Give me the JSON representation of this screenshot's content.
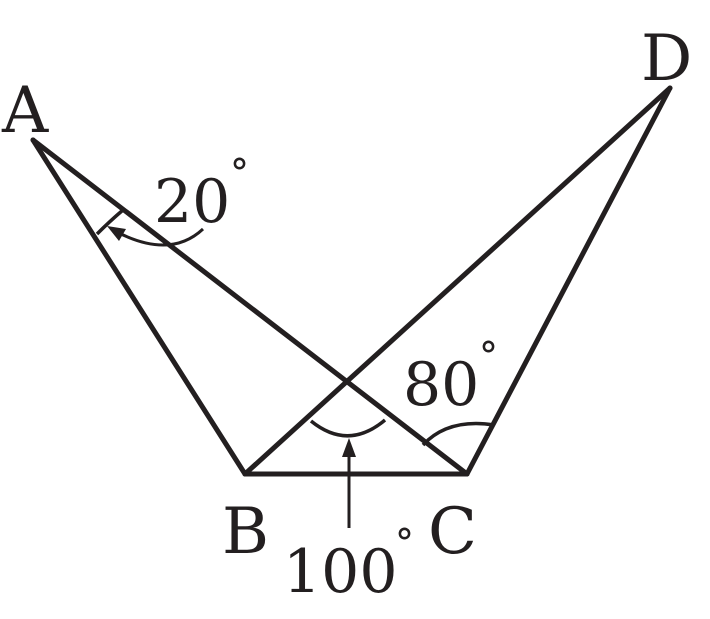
{
  "vertices": {
    "a": "A",
    "b": "B",
    "c": "C",
    "d": "D"
  },
  "angles": {
    "angle_a": "20",
    "angle_c": "80",
    "angle_o": "100",
    "degree_symbol": "°"
  },
  "colors": {
    "ink": "#231f20",
    "background": "#ffffff"
  }
}
